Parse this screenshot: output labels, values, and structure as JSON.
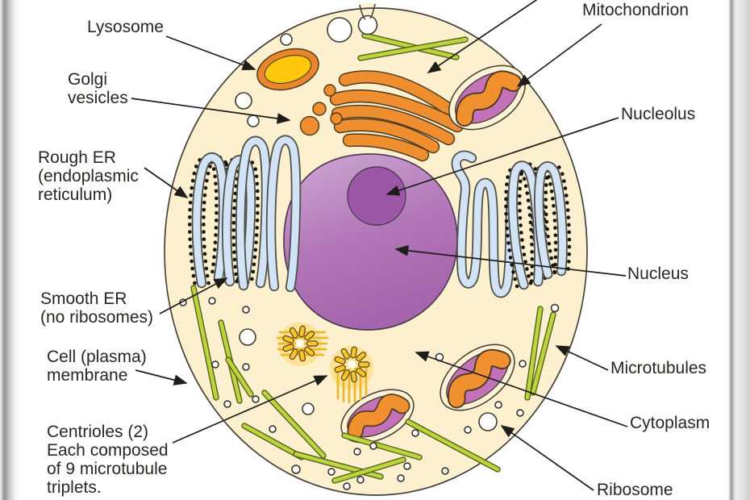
{
  "diagram": {
    "subject": "Animal cell anatomy diagram",
    "background_color": "#ffffff",
    "cytoplasm_color": "#fdf0cf",
    "colors": {
      "organelle_orange": "#ef8e2f",
      "lysosome_gold": "#fcc70d",
      "mitochondrion_pink": "#c472b8",
      "nucleus_purple": "#ae6fb4",
      "nucleolus_purple": "#9c58a6",
      "er_blue": "#d2e3f5",
      "microtubule_green": "#bcd53b",
      "centriole_yellow": "#f7c527",
      "arrow_black": "#1f1d1a"
    }
  },
  "labels": {
    "lysosome": "Lysosome",
    "golgi_vesicles": "Golgi\nvesicles",
    "rough_er": "Rough ER\n(endoplasmic\nreticulum)",
    "smooth_er": "Smooth ER\n(no ribosomes)",
    "cell_membrane": "Cell (plasma)\nmembrane",
    "centrioles": "Centrioles (2)\nEach composed\nof 9 microtubule\ntriplets.",
    "mitochondrion": "Mitochondrion",
    "nucleolus": "Nucleolus",
    "nucleus": "Nucleus",
    "microtubules": "Microtubules",
    "cytoplasm": "Cytoplasm",
    "ribosome": "Ribosome"
  }
}
